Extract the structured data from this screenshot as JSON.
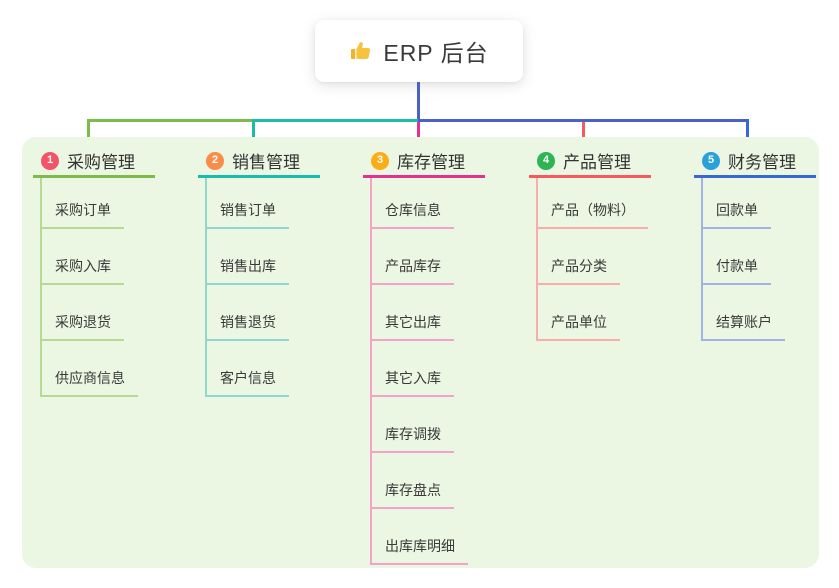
{
  "root": {
    "label": "ERP 后台",
    "icon": "thumbs-up-icon"
  },
  "colors": {
    "trunk_blue": "#4a62c8",
    "panel_background": "#ebf6e3",
    "branch_1": {
      "line": "#7cbd4a",
      "light": "#b5db92",
      "badge": "#f25468"
    },
    "branch_2": {
      "line": "#1cbcad",
      "light": "#8ed8cf",
      "badge": "#fa8c4a"
    },
    "branch_3": {
      "line": "#e0338f",
      "light": "#f3a3c9",
      "badge": "#fbad17"
    },
    "branch_4": {
      "line": "#f55a5c",
      "light": "#f9adae",
      "badge": "#2eb453"
    },
    "branch_5": {
      "line": "#3a68d2",
      "light": "#9fb4e4",
      "badge": "#29a1dc"
    },
    "thumb_icon": "#f2b32c"
  },
  "branches": [
    {
      "num": "1",
      "label": "采购管理",
      "children": [
        "采购订单",
        "采购入库",
        "采购退货",
        "供应商信息"
      ]
    },
    {
      "num": "2",
      "label": "销售管理",
      "children": [
        "销售订单",
        "销售出库",
        "销售退货",
        "客户信息"
      ]
    },
    {
      "num": "3",
      "label": "库存管理",
      "children": [
        "仓库信息",
        "产品库存",
        "其它出库",
        "其它入库",
        "库存调拨",
        "库存盘点",
        "出库库明细"
      ]
    },
    {
      "num": "4",
      "label": "产品管理",
      "children": [
        "产品（物料）",
        "产品分类",
        "产品单位"
      ]
    },
    {
      "num": "5",
      "label": "财务管理",
      "children": [
        "回款单",
        "付款单",
        "结算账户"
      ]
    }
  ]
}
